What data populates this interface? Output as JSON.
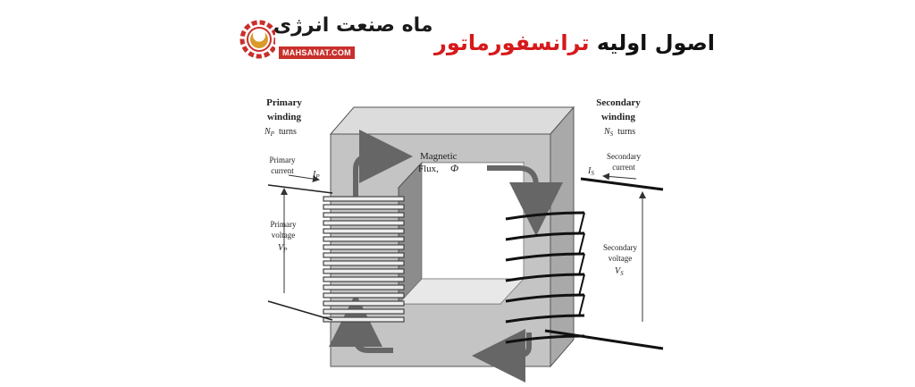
{
  "header": {
    "logo_name": "ماه صنعت انرژی",
    "logo_url": "MAHSANAT.COM",
    "title_plain": "اصول اولیه",
    "title_accent": "ترانسفورماتور",
    "accent_color": "#d7191c"
  },
  "diagram": {
    "primary_heading": [
      "Primary",
      "winding"
    ],
    "primary_turns": "N",
    "primary_turns_sub": "P",
    "primary_turns_word": "turns",
    "primary_current": [
      "Primary",
      "current"
    ],
    "primary_current_symbol": "I",
    "primary_current_sub": "P",
    "primary_voltage": [
      "Primary",
      "voltage"
    ],
    "primary_voltage_symbol": "V",
    "primary_voltage_sub": "P",
    "secondary_heading": [
      "Secondary",
      "winding"
    ],
    "secondary_turns": "N",
    "secondary_turns_sub": "S",
    "secondary_turns_word": "turns",
    "secondary_current": [
      "Secondary",
      "current"
    ],
    "secondary_current_symbol": "I",
    "secondary_current_sub": "S",
    "secondary_voltage": [
      "Secondary",
      "voltage"
    ],
    "secondary_voltage_symbol": "V",
    "secondary_voltage_sub": "S",
    "flux_label": [
      "Magnetic",
      "Flux,"
    ],
    "flux_symbol": "Φ"
  }
}
